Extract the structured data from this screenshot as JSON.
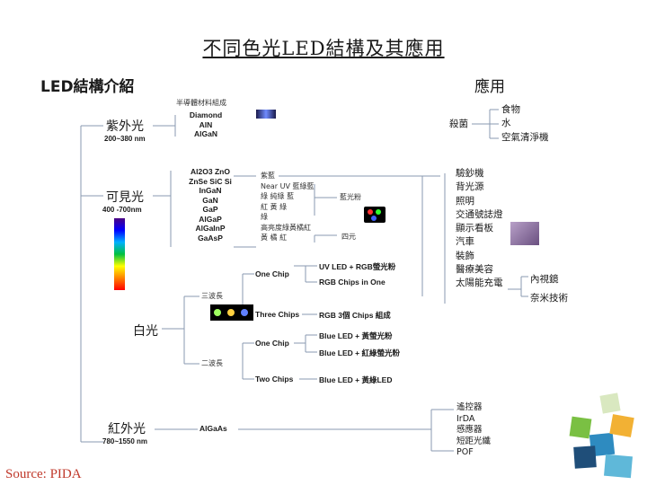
{
  "title": "不同色光LED結構及其應用",
  "structure_heading": "LED結構介紹",
  "application_heading": "應用",
  "source": "Source: PIDA",
  "uv": {
    "label": "紫外光",
    "range": "200~380 nm",
    "materials_header": "半導體材料組成",
    "materials": [
      "Diamond",
      "AlN",
      "AlGaN"
    ],
    "use": "殺菌",
    "applications": [
      "食物",
      "水",
      "空氣清淨機"
    ]
  },
  "visible": {
    "label": "可見光",
    "range": "400 -700nm",
    "materials": [
      "Al2O3 ZnO",
      "ZnSe SiC Si",
      "InGaN",
      "GaN",
      "GaP",
      "AlGaP",
      "AlGaInP",
      "GaAsP"
    ],
    "colors": [
      "紫藍",
      "Near UV 藍綠藍",
      "綠 純綠 藍",
      "紅 黃 綠",
      "綠",
      "高亮度綠黃橘紅",
      "黃 橘 紅"
    ],
    "side_notes": [
      "藍光粉",
      "四元"
    ],
    "applications": [
      "驗鈔機",
      "背光源",
      "照明",
      "交通號誌燈",
      "顯示看板",
      "汽車",
      "裝飾",
      "醫療美容",
      "太陽能充電"
    ],
    "tech_applications": [
      "內視鏡",
      "奈米技術"
    ]
  },
  "white": {
    "label": "白光",
    "three_wavelength": "三波長",
    "two_wavelength": "二波長",
    "one_chip": "One Chip",
    "three_chips": "Three Chips",
    "two_chips": "Two Chips",
    "one_chip_three_a": "UV LED + RGB螢光粉",
    "one_chip_three_b": "RGB Chips in One",
    "three_chips_desc": "RGB 3個 Chips 組成",
    "one_chip_two_a": "Blue LED + 黃螢光粉",
    "one_chip_two_b": "Blue LED + 紅綠螢光粉",
    "two_chips_desc": "Blue LED + 黃綠LED"
  },
  "ir": {
    "label": "紅外光",
    "range": "780~1550 nm",
    "material": "AlGaAs",
    "applications": [
      "遙控器",
      "IrDA",
      "感應器",
      "短距光纖",
      "POF"
    ]
  }
}
